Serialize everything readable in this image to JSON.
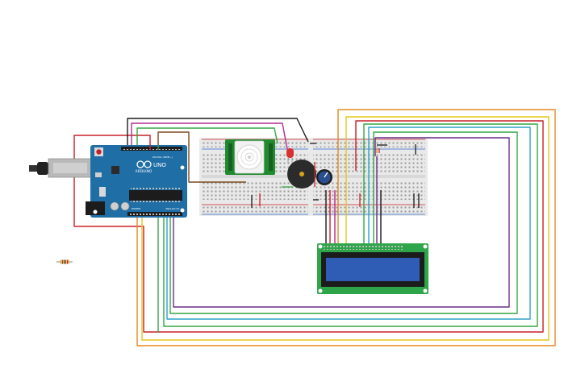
{
  "arduino": {
    "logo_text": "ARDUINO",
    "model_text": "UNO",
    "power_header_label": "POWER",
    "analog_header_label": "ANALOG IN",
    "digital_header_label": "DIGITAL (PWM~)",
    "board_color": "#1f6ea6",
    "header_color": "#1e1e1e"
  },
  "colors": {
    "wire_black": "#1b1b1b",
    "wire_red": "#c8202a",
    "wire_magenta": "#b22c8f",
    "wire_green": "#35a647",
    "wire_brown": "#7a4a1f",
    "wire_orange": "#e0891e",
    "wire_yellow": "#e5c619",
    "wire_cyan": "#2ba2c9",
    "wire_blue": "#2a64c8",
    "wire_purple": "#6a2c87",
    "wire_gray": "#8a8a8a",
    "breadboard": "#e9e9e9",
    "pir_board": "#1f8a2e",
    "lcd_board": "#2fa54a",
    "lcd_screen": "#2f5cb5",
    "led": "#d6332f",
    "buzzer": "#2b2b2b",
    "potentiometer": "#2a4f8f"
  },
  "icons": {
    "usb": "usb-connector-icon",
    "power_jack": "dc-power-jack-icon",
    "reset": "reset-button-icon",
    "led": "led-icon",
    "buzzer": "piezo-buzzer-icon",
    "potentiometer": "potentiometer-icon",
    "pir": "pir-sensor-icon",
    "resistor": "resistor-icon"
  }
}
